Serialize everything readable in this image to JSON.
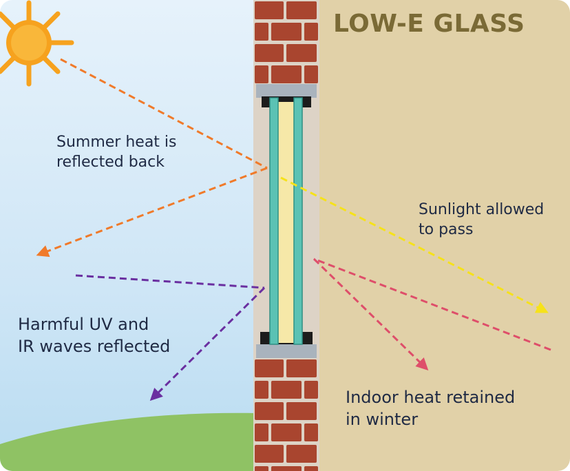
{
  "title": "LOW-E GLASS",
  "labels": {
    "summer_heat": [
      "Summer heat is",
      "reflected back"
    ],
    "sunlight": [
      "Sunlight allowed",
      "to pass"
    ],
    "uv_ir": [
      "Harmful UV and",
      "IR waves reflected"
    ],
    "indoor_heat": [
      "Indoor heat retained",
      "in winter"
    ]
  },
  "colors": {
    "outdoor_sky": "#cde5f5",
    "indoor_wall": "#e1d1a8",
    "grass": "#8fc264",
    "brick": "#a9452f",
    "mortar": "#ddd3c6",
    "glass": "#5bc2b4",
    "sun": "#f6a21e",
    "summer_heat_arrow": "#f07a2a",
    "sunlight_arrow": "#f6e21a",
    "uv_ir_arrow": "#6a2fa0",
    "indoor_heat_arrow": "#de4e6a"
  },
  "icons": {
    "sun": "sun-icon",
    "wall": "brick-wall",
    "window": "double-glazed-window"
  }
}
